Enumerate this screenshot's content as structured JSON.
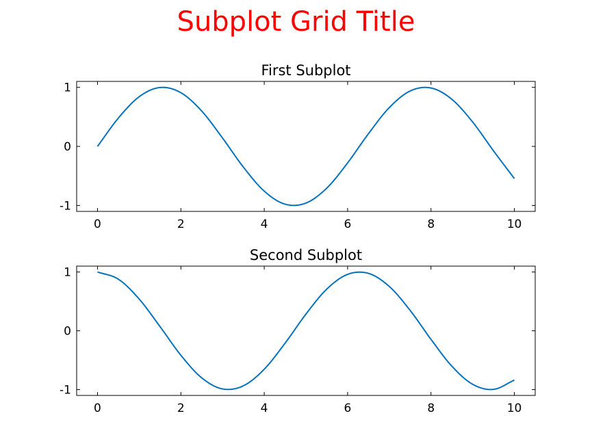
{
  "figure": {
    "suptitle": "Subplot Grid Title",
    "suptitle_color": "#ff0000"
  },
  "chart_data": [
    {
      "type": "line",
      "title": "First Subplot",
      "xlabel": "",
      "ylabel": "",
      "xlim": [
        -0.5,
        10.5
      ],
      "ylim": [
        -1.1,
        1.1
      ],
      "xticks": [
        0,
        2,
        4,
        6,
        8,
        10
      ],
      "xtick_labels": [
        "0",
        "2",
        "4",
        "6",
        "8",
        "10"
      ],
      "yticks": [
        -1,
        0,
        1
      ],
      "ytick_labels": [
        "-1",
        "0",
        "1"
      ],
      "grid": false,
      "series": [
        {
          "color": "#0072bd",
          "x": [
            0,
            0.5,
            1,
            1.5,
            2,
            2.5,
            3,
            3.5,
            4,
            4.5,
            5,
            5.5,
            6,
            6.5,
            7,
            7.5,
            8,
            8.5,
            9,
            9.5,
            10
          ],
          "y": [
            0,
            0.479,
            0.841,
            0.997,
            0.909,
            0.598,
            0.141,
            -0.351,
            -0.757,
            -0.978,
            -0.959,
            -0.706,
            -0.279,
            0.215,
            0.657,
            0.938,
            0.989,
            0.798,
            0.412,
            -0.075,
            -0.544
          ]
        }
      ]
    },
    {
      "type": "line",
      "title": "Second Subplot",
      "xlabel": "",
      "ylabel": "",
      "xlim": [
        -0.5,
        10.5
      ],
      "ylim": [
        -1.1,
        1.1
      ],
      "xticks": [
        0,
        2,
        4,
        6,
        8,
        10
      ],
      "xtick_labels": [
        "0",
        "2",
        "4",
        "6",
        "8",
        "10"
      ],
      "yticks": [
        -1,
        0,
        1
      ],
      "ytick_labels": [
        "-1",
        "0",
        "1"
      ],
      "grid": false,
      "series": [
        {
          "color": "#0072bd",
          "x": [
            0,
            0.5,
            1,
            1.5,
            2,
            2.5,
            3,
            3.5,
            4,
            4.5,
            5,
            5.5,
            6,
            6.5,
            7,
            7.5,
            8,
            8.5,
            9,
            9.5,
            10
          ],
          "y": [
            1,
            0.878,
            0.54,
            0.071,
            -0.416,
            -0.801,
            -0.99,
            -0.936,
            -0.654,
            -0.211,
            0.284,
            0.709,
            0.96,
            0.977,
            0.754,
            0.347,
            -0.146,
            -0.602,
            -0.911,
            -0.997,
            -0.839
          ]
        }
      ]
    }
  ]
}
